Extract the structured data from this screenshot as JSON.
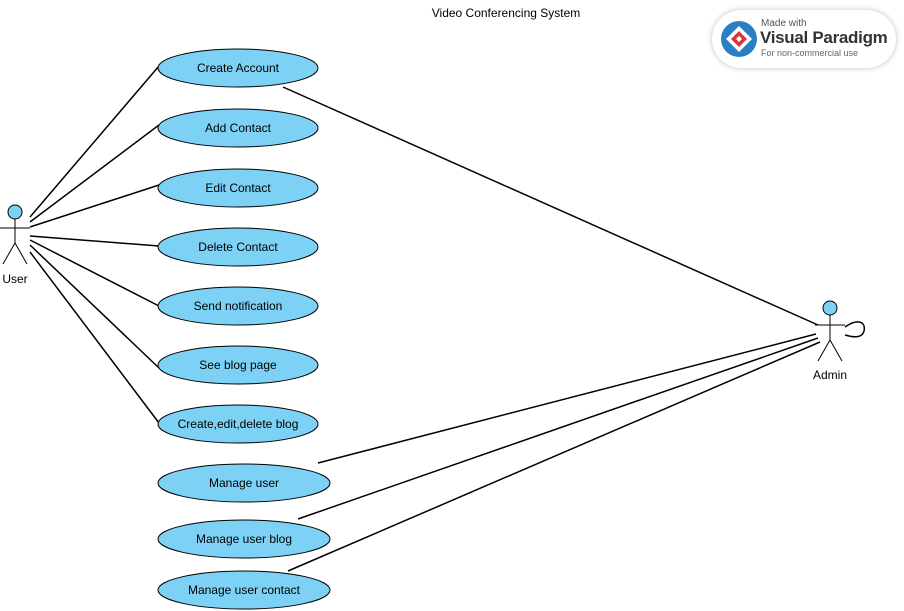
{
  "title": "Video Conferencing System",
  "actors": {
    "user": "User",
    "admin": "Admin"
  },
  "use_cases": {
    "create_account": "Create Account",
    "add_contact": "Add Contact",
    "edit_contact": "Edit Contact",
    "delete_contact": "Delete Contact",
    "send_notification": "Send notification",
    "see_blog_page": "See blog page",
    "create_edit_delete_blog": "Create,edit,delete blog",
    "manage_user": "Manage user",
    "manage_user_blog": "Manage user blog",
    "manage_user_contact": "Manage user contact"
  },
  "badge": {
    "made_with": "Made with",
    "brand": "Visual Paradigm",
    "note": "For non-commercial use"
  },
  "colors": {
    "use_case_fill": "#7dd1f5",
    "stroke": "#000000",
    "logo_blue": "#2a7fc4",
    "logo_red": "#d9383a"
  }
}
